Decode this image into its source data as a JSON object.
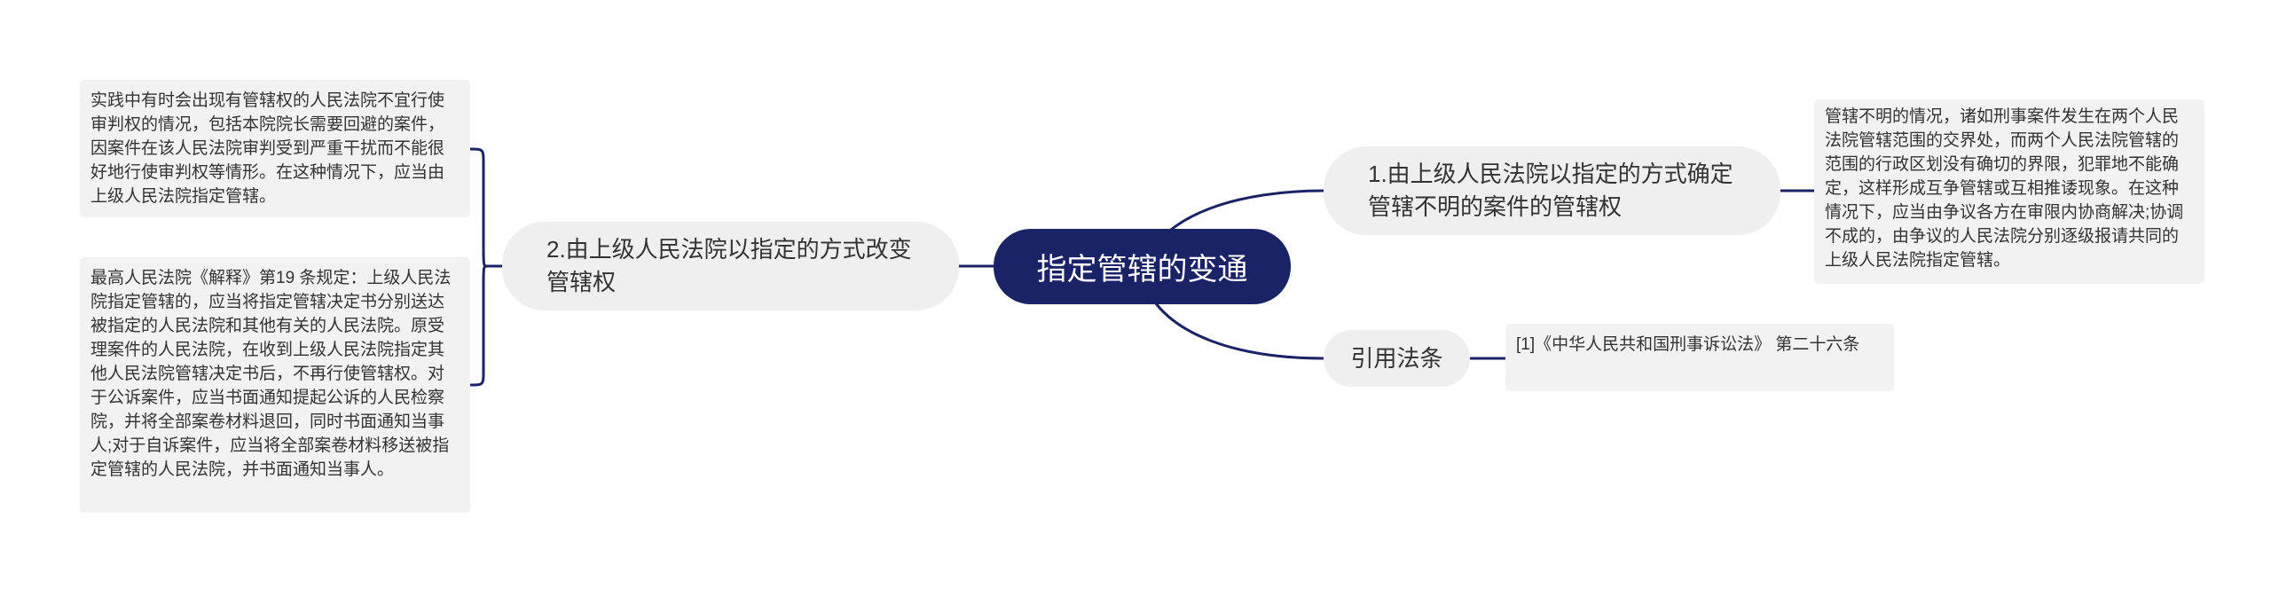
{
  "colors": {
    "root_bg": "#1a2366",
    "branch_bg": "#efefef",
    "leaf_bg": "#f2f2f2",
    "link": "#1a2366"
  },
  "root": {
    "label": "指定管辖的变通"
  },
  "branches": {
    "b1": "1.由上级人民法院以指定的方式确定管辖不明的案件的管辖权",
    "b2": "2.由上级人民法院以指定的方式改变管辖权",
    "b3": "引用法条"
  },
  "leaves": {
    "right": "管辖不明的情况，诸如刑事案件发生在两个人民法院管辖范围的交界处，而两个人民法院管辖的范围的行政区划没有确切的界限，犯罪地不能确定，这样形成互争管辖或互相推诿现象。在这种情况下，应当由争议各方在审限内协商解决;协调不成的，由争议的人民法院分别逐级报请共同的上级人民法院指定管辖。",
    "law": "[1]《中华人民共和国刑事诉讼法》 第二十六条",
    "left1": "实践中有时会出现有管辖权的人民法院不宜行使审判权的情况，包括本院院长需要回避的案件，因案件在该人民法院审判受到严重干扰而不能很好地行使审判权等情形。在这种情况下，应当由上级人民法院指定管辖。",
    "left2": "最高人民法院《解释》第19 条规定：上级人民法院指定管辖的，应当将指定管辖决定书分别送达被指定的人民法院和其他有关的人民法院。原受理案件的人民法院，在收到上级人民法院指定其他人民法院管辖决定书后，不再行使管辖权。对于公诉案件，应当书面通知提起公诉的人民检察院，并将全部案卷材料退回，同时书面通知当事人;对于自诉案件，应当将全部案卷材料移送被指定管辖的人民法院，并书面通知当事人。"
  }
}
